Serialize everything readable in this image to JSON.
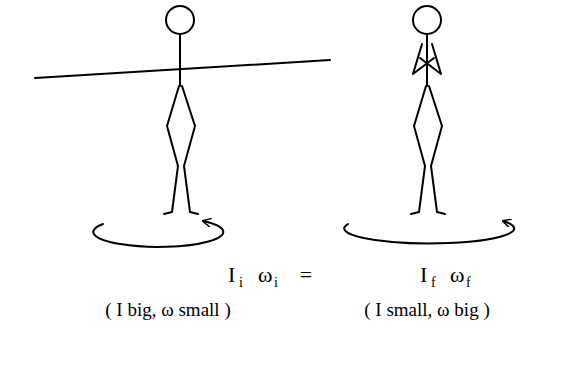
{
  "diagram": {
    "labels": [
      "I",
      "i",
      "ω",
      "i",
      "=",
      "I",
      "f",
      "ω",
      "f",
      "( I big, ω small )",
      "( I small, ω big )"
    ]
  }
}
